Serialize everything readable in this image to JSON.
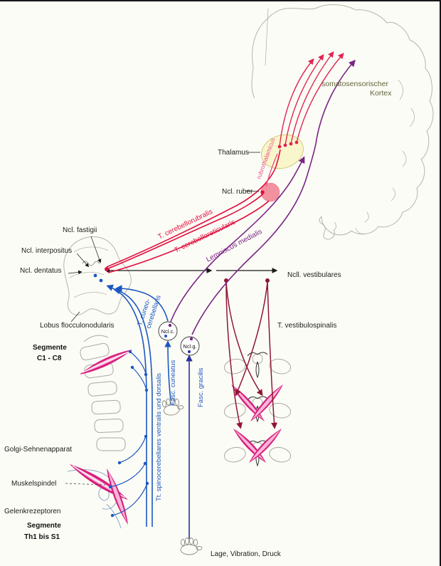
{
  "figure": {
    "kind": "neuroanatomy pathway diagram",
    "language": "German"
  },
  "colors": {
    "red_tract": "#df1040",
    "pink_tract": "#e8548a",
    "purple_tract": "#7a2486",
    "blue_tract": "#1c57c2",
    "dark_blue_tract": "#2b2f9e",
    "dark_red_tract": "#8e1733",
    "black_tract": "#1a1a1a",
    "outline_gray": "#b5b5ab",
    "olive_label": "#63633c",
    "muscle_pink": "#d81f7e",
    "muscle_pink_light": "#f9b6d6",
    "thalamus_fill": "#faf6cc",
    "ncl_ruber_fill": "#f2929f",
    "background": "#fcfcf6"
  },
  "labels": {
    "cortex_line1": "somatosensorischer",
    "cortex_line2": "Kortex",
    "thalamus": "Thalamus",
    "rubrothalamicus": "rubrothalamicus",
    "ncl_ruber": "Ncl. ruber",
    "t_cerebellorubralis": "T. cerebellorubralis",
    "t_cerebelloreticularis": "T. cerebelloreticularis",
    "lemniscus_medialis": "Lemniscus medialis",
    "ncl_fastigii": "Ncl. fastigii",
    "ncl_interpositus": "Ncl. interpositus",
    "ncl_dentatus": "Ncl. dentatus",
    "lobus_flocculonodularis": "Lobus flocculonodularis",
    "t_cuneo_line1": "T. cuneo-",
    "t_cuneo_line2": "cerebellaris",
    "ncl_c": "Ncl.c.",
    "ncl_g": "Ncl.g.",
    "fasc_cuneatus": "Fasc. cuneatus",
    "fasc_gracilis": "Fasc. gracilis",
    "ncll_vestibulares": "Ncll. vestibulares",
    "t_vestibulospinalis": "T. vestibulospinalis",
    "segmente_c_line1": "Segmente",
    "segmente_c_line2": "C1 - C8",
    "golgi": "Golgi-Sehnenapparat",
    "muskelspindel": "Muskelspindel",
    "gelenkrezeptoren": "Gelenkrezeptoren",
    "segmente_th_line1": "Segmente",
    "segmente_th_line2": "Th1 bis S1",
    "tt_spinocerebellares": "Tt. spinocerebellares ventralis und dorsalis",
    "lage_vibration_druck": "Lage, Vibration, Druck"
  }
}
